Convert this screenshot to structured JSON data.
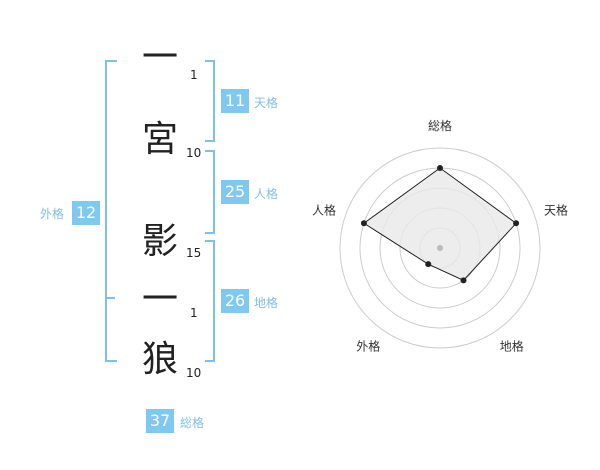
{
  "name": {
    "chars": [
      {
        "char": "一",
        "strokes": "1"
      },
      {
        "char": "宮",
        "strokes": "10"
      },
      {
        "char": "影",
        "strokes": "15"
      },
      {
        "char": "一",
        "strokes": "1"
      },
      {
        "char": "狼",
        "strokes": "10"
      }
    ]
  },
  "kaku": {
    "tenkaku": {
      "value": "11",
      "label": "天格"
    },
    "jinkaku": {
      "value": "25",
      "label": "人格"
    },
    "chikaku": {
      "value": "26",
      "label": "地格"
    },
    "gaikaku": {
      "value": "12",
      "label": "外格"
    },
    "soukaku": {
      "value": "37",
      "label": "総格"
    }
  },
  "radar": {
    "axes": [
      "総格",
      "天格",
      "地格",
      "外格",
      "人格"
    ],
    "values": [
      0.8,
      0.8,
      0.4,
      0.2,
      0.8
    ],
    "colors": {
      "fill": "#e8e8e8",
      "stroke": "#222222",
      "grid": "#cccccc",
      "point": "#222222",
      "center": "#bbbbbb"
    }
  },
  "colors": {
    "accent": "#7fc8f0",
    "bracket": "#7fbfe8"
  }
}
